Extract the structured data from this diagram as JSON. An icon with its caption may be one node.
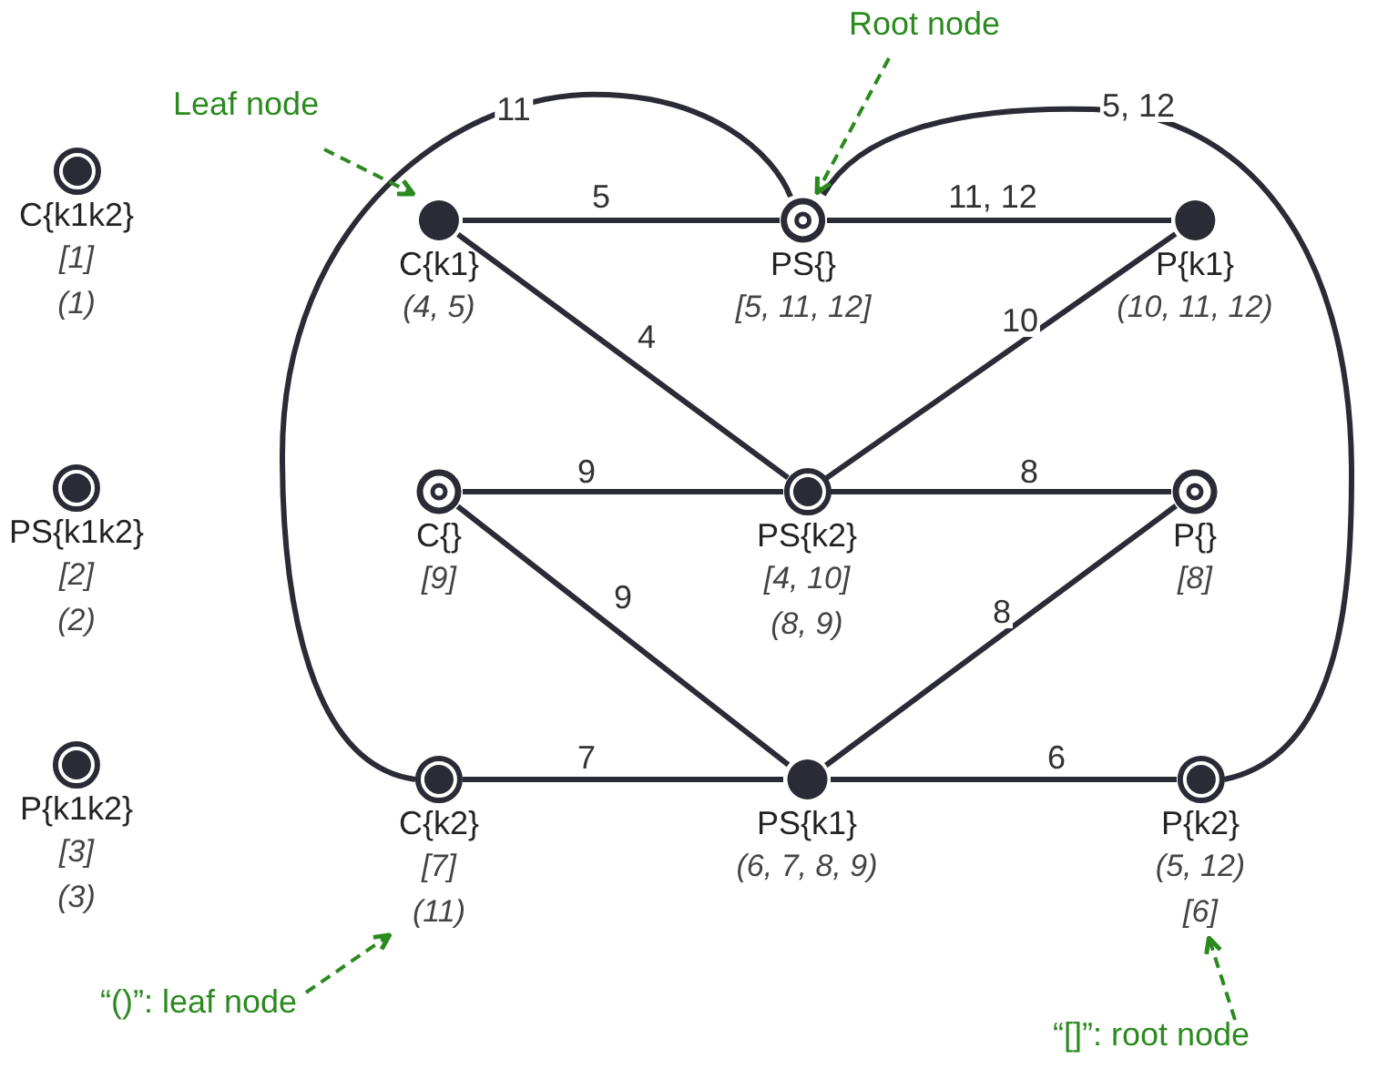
{
  "diagram": {
    "nodes": [
      {
        "text": [
          "C{k1k2}",
          "[1]",
          "(1)"
        ]
      },
      {
        "text": [
          "PS{k1k2}",
          "[2]",
          "(2)"
        ]
      },
      {
        "text": [
          "P{k1k2}",
          "[3]",
          "(3)"
        ]
      },
      {
        "text": [
          "C{k1}",
          "(4, 5)"
        ]
      },
      {
        "text": [
          "PS{}",
          "[5, 11, 12]"
        ]
      },
      {
        "text": [
          "P{k1}",
          "(10, 11, 12)"
        ]
      },
      {
        "text": [
          "C{}",
          "[9]"
        ]
      },
      {
        "text": [
          "PS{k2}",
          "[4, 10]",
          "(8, 9)"
        ]
      },
      {
        "text": [
          "P{}",
          "[8]"
        ]
      },
      {
        "text": [
          "C{k2}",
          "[7]",
          "(11)"
        ]
      },
      {
        "text": [
          "PS{k1}",
          "(6, 7, 8, 9)"
        ]
      },
      {
        "text": [
          "P{k2}",
          "(5, 12)",
          "[6]"
        ]
      },
      {
        "text": [
          "Leaf node"
        ]
      },
      {
        "text": [
          "Root node"
        ]
      },
      {
        "text": [
          "“()”: leaf node"
        ]
      },
      {
        "text": [
          "“[]”: root node"
        ]
      }
    ],
    "edges": [
      {
        "from": 3,
        "to": 4,
        "arrow": "none",
        "label": "5"
      },
      {
        "from": 4,
        "to": 5,
        "arrow": "none",
        "label": "11, 12"
      },
      {
        "from": 3,
        "to": 7,
        "arrow": "none",
        "label": "4"
      },
      {
        "from": 5,
        "to": 7,
        "arrow": "none",
        "label": "10"
      },
      {
        "from": 6,
        "to": 7,
        "arrow": "none",
        "label": "9"
      },
      {
        "from": 7,
        "to": 8,
        "arrow": "none",
        "label": "8"
      },
      {
        "from": 6,
        "to": 10,
        "arrow": "none",
        "label": "9"
      },
      {
        "from": 8,
        "to": 10,
        "arrow": "none",
        "label": "8"
      },
      {
        "from": 9,
        "to": 10,
        "arrow": "none",
        "label": "7"
      },
      {
        "from": 10,
        "to": 11,
        "arrow": "none",
        "label": "6"
      },
      {
        "from": 9,
        "to": 4,
        "arrow": "none",
        "label": "11"
      },
      {
        "from": 11,
        "to": 4,
        "arrow": "none",
        "label": "5, 12"
      },
      {
        "from": 12,
        "to": 3,
        "arrow": "to",
        "style": "dashed",
        "color": "#2a8a1e"
      },
      {
        "from": 13,
        "to": 4,
        "arrow": "to",
        "style": "dashed",
        "color": "#2a8a1e"
      },
      {
        "from": 14,
        "to": 9,
        "arrow": "to",
        "style": "dashed",
        "color": "#2a8a1e"
      },
      {
        "from": 15,
        "to": 11,
        "arrow": "to",
        "style": "dashed",
        "color": "#2a8a1e"
      }
    ]
  }
}
